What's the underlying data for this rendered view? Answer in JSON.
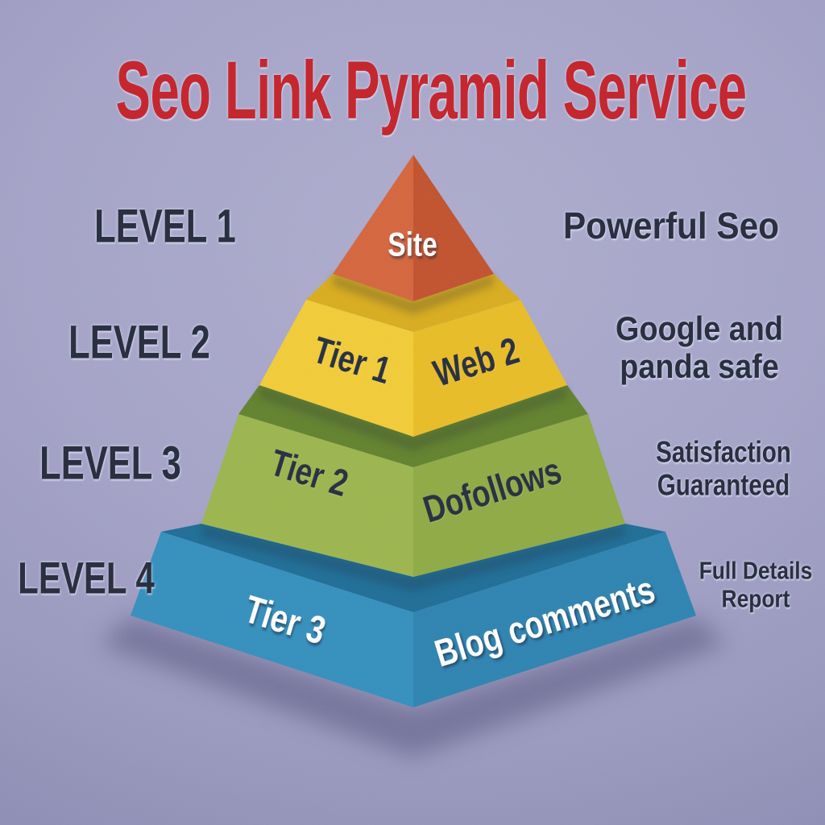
{
  "title": {
    "text": "Seo Link Pyramid Service",
    "color": "#c5272f"
  },
  "background": {
    "base_color": "#a5a4c8",
    "vignette_color": "#8486ae"
  },
  "text_color": "#2a303f",
  "left_labels": [
    {
      "text": "LEVEL 1"
    },
    {
      "text": "LEVEL 2"
    },
    {
      "text": "LEVEL 3"
    },
    {
      "text": "LEVEL 4"
    }
  ],
  "right_labels": [
    {
      "lines": [
        "Powerful Seo",
        ""
      ]
    },
    {
      "lines": [
        "Google and",
        "panda safe"
      ]
    },
    {
      "lines": [
        "Satisfaction",
        "Guaranteed"
      ]
    },
    {
      "lines": [
        "Full Details",
        "Report"
      ]
    }
  ],
  "pyramid": {
    "levels": [
      {
        "id": "level-1",
        "front_label": "Site",
        "label_color": "#ffffff",
        "left_color": "#d5663e",
        "right_color": "#c2532f"
      },
      {
        "id": "level-2",
        "left_label": "Tier 1",
        "right_label": "Web 2",
        "label_color": "#272e3e",
        "top_color": "#d9ad1f",
        "left_color": "#f2cc38",
        "right_color": "#e9bd27"
      },
      {
        "id": "level-3",
        "left_label": "Tier 2",
        "right_label": "Dofollows",
        "label_color": "#272e3e",
        "top_color": "#63832e",
        "left_color": "#9cb64f",
        "right_color": "#8fab45"
      },
      {
        "id": "level-4",
        "left_label": "Tier 3",
        "right_label": "Blog comments",
        "label_color": "#ffffff",
        "top_color": "#1f6e97",
        "left_color": "#3590bd",
        "right_color": "#2e84b1"
      }
    ]
  }
}
